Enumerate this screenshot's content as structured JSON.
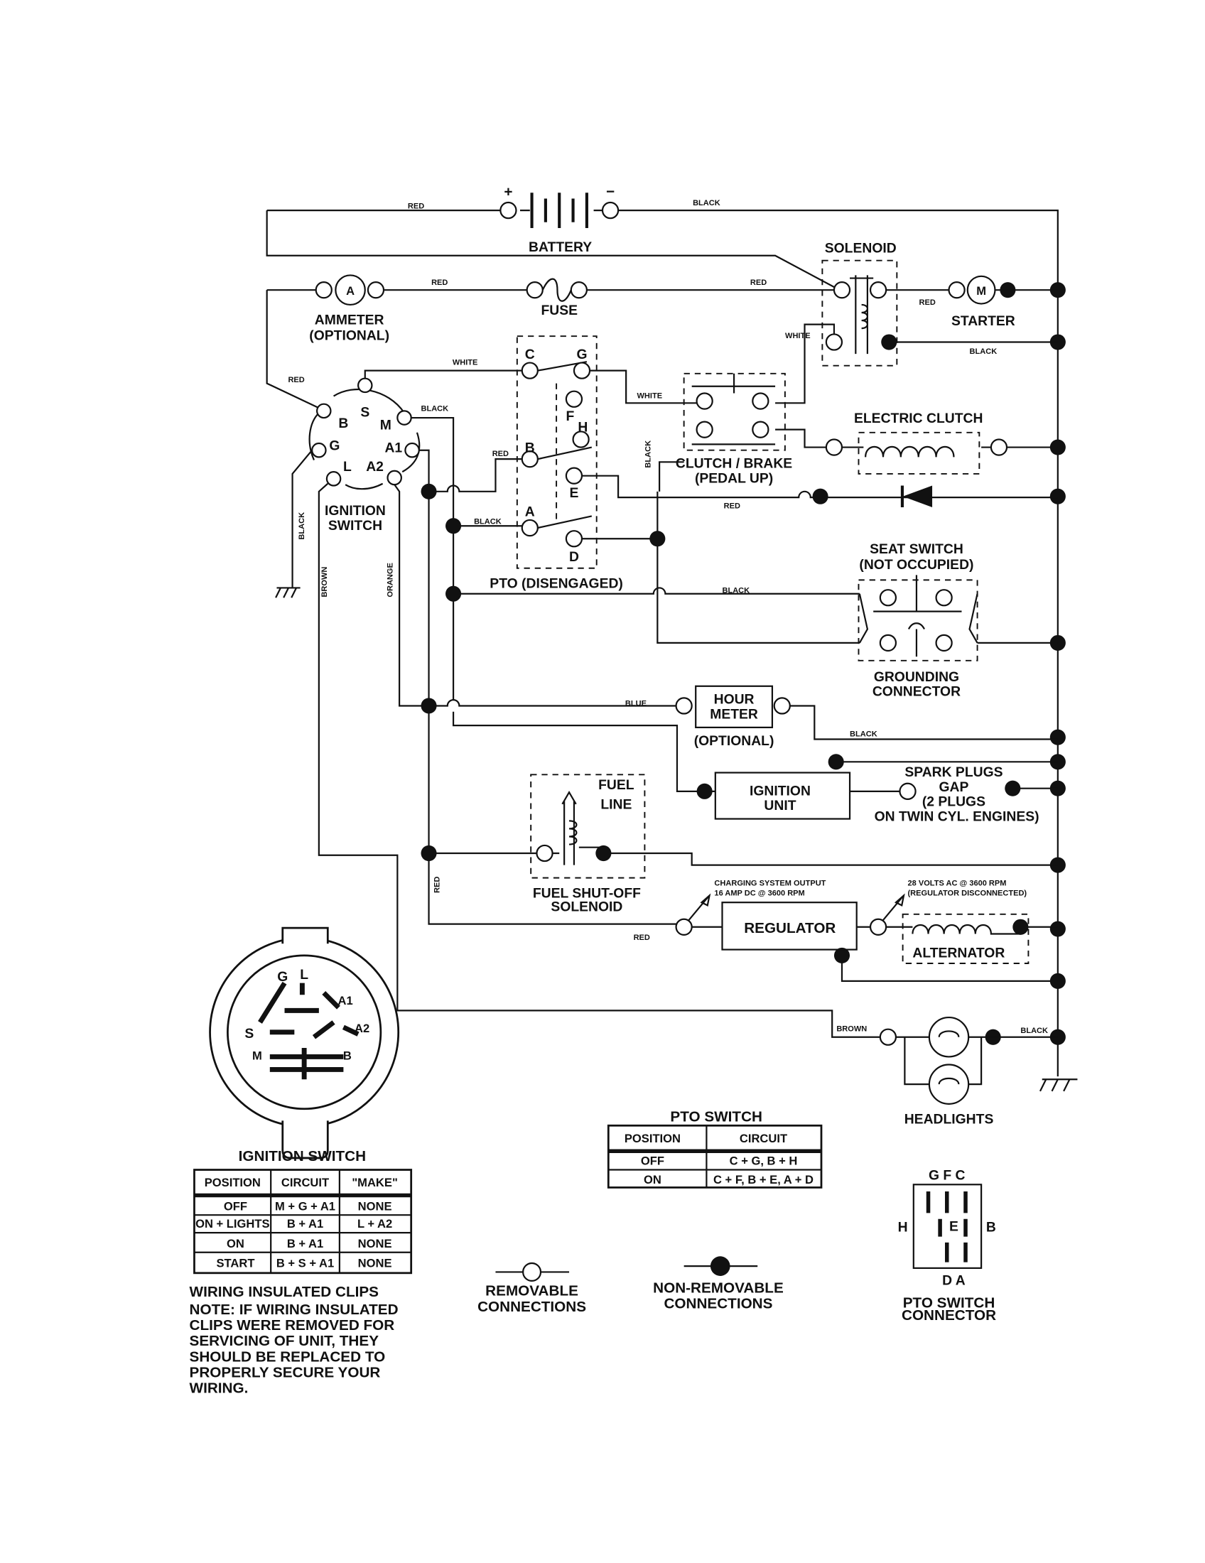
{
  "battery": {
    "label": "BATTERY",
    "plus": "+",
    "minus": "−",
    "wire_left": "RED",
    "wire_right": "BLACK"
  },
  "ammeter": {
    "symbol": "A",
    "label": "AMMETER",
    "sub": "(OPTIONAL)",
    "wire": "RED"
  },
  "fuse": {
    "label": "FUSE",
    "wire": "RED"
  },
  "solenoid": {
    "label": "SOLENOID",
    "wire_white": "WHITE",
    "wire_black": "BLACK"
  },
  "starter": {
    "symbol": "M",
    "label": "STARTER",
    "wire": "RED"
  },
  "ignition_switch": {
    "label1": "IGNITION",
    "label2": "SWITCH",
    "terminals": {
      "S": "S",
      "M": "M",
      "B": "B",
      "G": "G",
      "A1": "A1",
      "L": "L",
      "A2": "A2"
    },
    "wire_red": "RED",
    "wire_white": "WHITE",
    "wire_black": "BLACK",
    "wire_black2": "BLACK",
    "wire_brown": "BROWN",
    "wire_orange": "ORANGE"
  },
  "pto": {
    "label": "PTO (DISENGAGED)",
    "terminals": {
      "C": "C",
      "G": "G",
      "F": "F",
      "H": "H",
      "B": "B",
      "E": "E",
      "A": "A",
      "D": "D"
    },
    "wire_red": "RED",
    "wire_black": "BLACK",
    "wire_white": "WHITE"
  },
  "clutch_brake": {
    "label1": "CLUTCH / BRAKE",
    "label2": "(PEDAL UP)",
    "wire_black": "BLACK",
    "wire_red": "RED"
  },
  "electric_clutch": {
    "label": "ELECTRIC CLUTCH"
  },
  "seat_switch": {
    "label1": "SEAT SWITCH",
    "label2": "(NOT OCCUPIED)",
    "ground1": "GROUNDING",
    "ground2": "CONNECTOR",
    "wire": "BLACK"
  },
  "hour_meter": {
    "label1": "HOUR",
    "label2": "METER",
    "sub": "(OPTIONAL)",
    "wire_blue": "BLUE",
    "wire_black": "BLACK"
  },
  "ignition_unit": {
    "label1": "IGNITION",
    "label2": "UNIT"
  },
  "spark_plugs": {
    "l1": "SPARK PLUGS",
    "l2": "GAP",
    "l3": "(2 PLUGS",
    "l4": "ON TWIN CYL. ENGINES)"
  },
  "fuel_solenoid": {
    "fuel1": "FUEL",
    "fuel2": "LINE",
    "label1": "FUEL SHUT-OFF",
    "label2": "SOLENOID",
    "wire": "RED"
  },
  "regulator": {
    "label": "REGULATOR",
    "wire": "RED",
    "note1": "CHARGING SYSTEM OUTPUT",
    "note2": "16 AMP DC @ 3600 RPM"
  },
  "alternator": {
    "label": "ALTERNATOR",
    "note1": "28 VOLTS AC @ 3600 RPM",
    "note2": "(REGULATOR DISCONNECTED)"
  },
  "headlights": {
    "label": "HEADLIGHTS",
    "wire_brown": "BROWN",
    "wire_black": "BLACK"
  },
  "switch_face": {
    "G": "G",
    "L": "L",
    "A1": "A1",
    "A2": "A2",
    "S": "S",
    "M": "M",
    "B": "B"
  },
  "ignition_table": {
    "title": "IGNITION SWITCH",
    "headers": [
      "POSITION",
      "CIRCUIT",
      "\"MAKE\""
    ],
    "rows": [
      [
        "OFF",
        "M + G + A1",
        "NONE"
      ],
      [
        "ON + LIGHTS",
        "B + A1",
        "L + A2"
      ],
      [
        "ON",
        "B + A1",
        "NONE"
      ],
      [
        "START",
        "B + S + A1",
        "NONE"
      ]
    ]
  },
  "pto_table": {
    "title": "PTO SWITCH",
    "headers": [
      "POSITION",
      "CIRCUIT"
    ],
    "rows": [
      [
        "OFF",
        "C + G, B + H"
      ],
      [
        "ON",
        "C + F, B + E, A + D"
      ]
    ]
  },
  "note": {
    "title": "WIRING INSULATED CLIPS",
    "lines": [
      "NOTE: IF WIRING INSULATED",
      "CLIPS WERE REMOVED FOR",
      "SERVICING OF UNIT, THEY",
      "SHOULD BE REPLACED TO",
      "PROPERLY SECURE YOUR",
      "WIRING."
    ]
  },
  "legend": {
    "removable1": "REMOVABLE",
    "removable2": "CONNECTIONS",
    "nonremovable1": "NON-REMOVABLE",
    "nonremovable2": "CONNECTIONS"
  },
  "pto_connector": {
    "top": "G F C",
    "H": "H",
    "E": "E",
    "B": "B",
    "bottom": "D A",
    "label1": "PTO SWITCH",
    "label2": "CONNECTOR"
  }
}
